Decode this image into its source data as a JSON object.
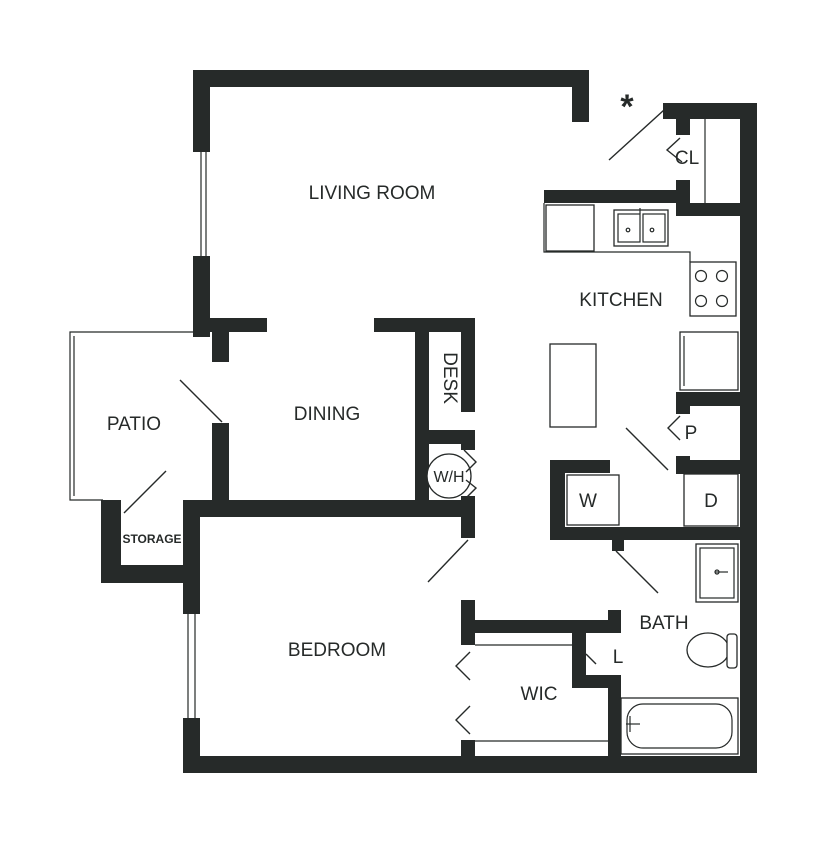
{
  "rooms": {
    "living": "LIVING ROOM",
    "kitchen": "KITCHEN",
    "dining": "DINING",
    "patio": "PATIO",
    "desk": "DESK",
    "storage": "STORAGE",
    "bedroom": "BEDROOM",
    "wic": "WIC",
    "bath": "BATH",
    "closet": "CL",
    "pantry": "P",
    "linen": "L",
    "water_heater": "W/H",
    "washer": "W",
    "dryer": "D"
  },
  "entry_marker": "*",
  "colors": {
    "wall": "#262a29",
    "background": "#ffffff"
  }
}
